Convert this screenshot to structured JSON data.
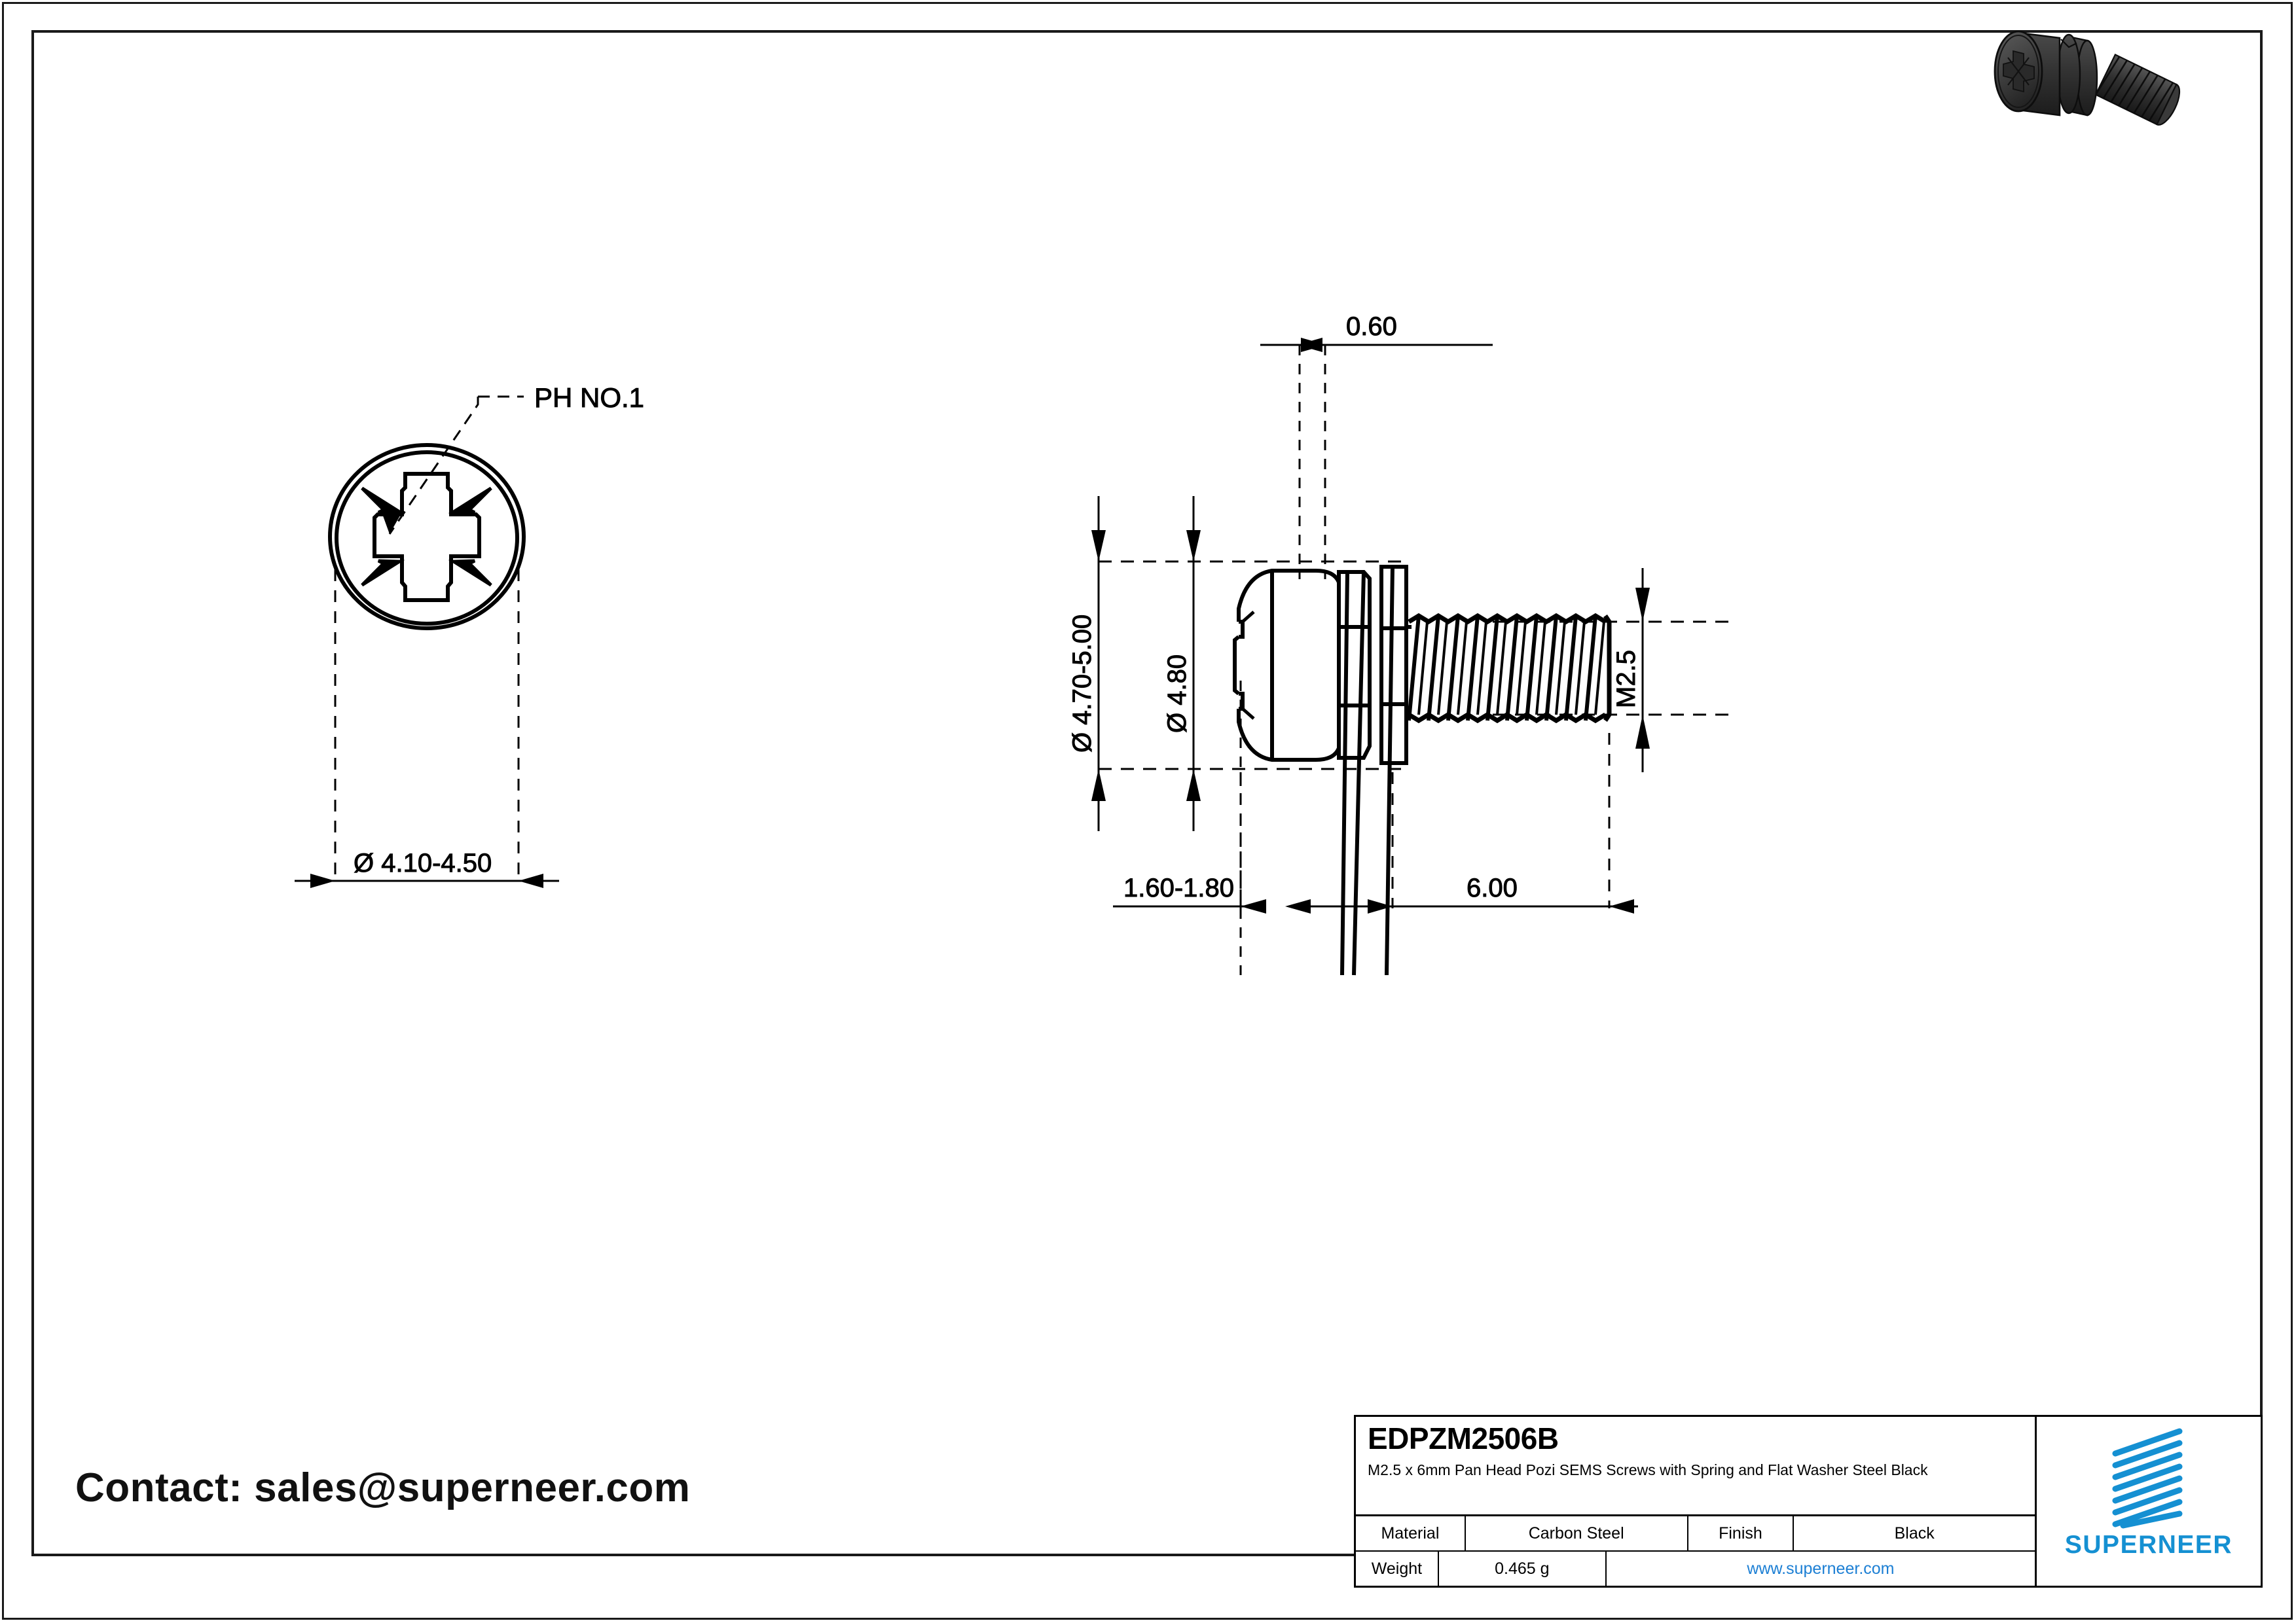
{
  "sheet": {
    "contact_text": "Contact: sales@superneer.com",
    "accent_blue": "#1590d2",
    "line_color": "#000000"
  },
  "front_view": {
    "leader_label": "PH NO.1",
    "diameter_dim": "Ø 4.10-4.50"
  },
  "side_view": {
    "washer_thickness_dim": "0.60",
    "head_diameter_dim": "Ø 4.70-5.00",
    "washer_diameter_dim": "Ø 4.80",
    "thread_size_dim": "M2.5",
    "head_height_dim": "1.60-1.80",
    "thread_length_dim": "6.00"
  },
  "title_block": {
    "part_number": "EDPZM2506B",
    "description": "M2.5 x 6mm Pan Head Pozi SEMS Screws with Spring and Flat Washer Steel Black",
    "material_label": "Material",
    "material_value": "Carbon Steel",
    "finish_label": "Finish",
    "finish_value": "Black",
    "weight_label": "Weight",
    "weight_value": "0.465 g",
    "website": "www.superneer.com",
    "brand": "SUPERNEER"
  }
}
